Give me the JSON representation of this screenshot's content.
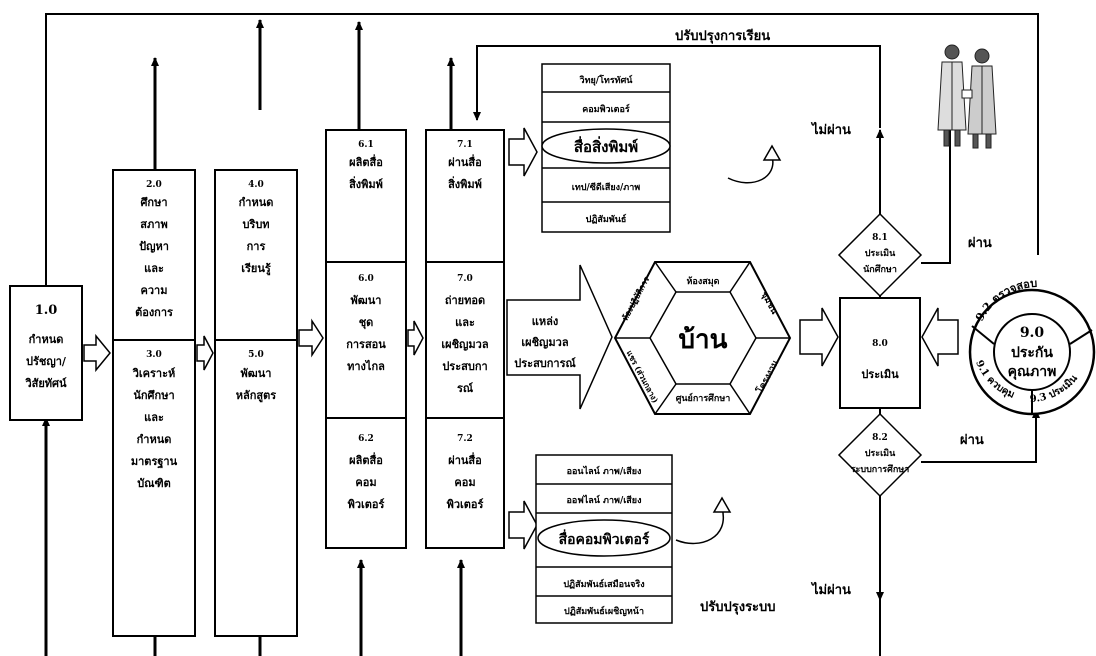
{
  "top_label": "ปรับปรุงการเรียน",
  "bottom_label": "ปรับปรุงระบบ",
  "boxes": {
    "b1": {
      "num": "1.0",
      "lines": [
        "กำหนด",
        "ปรัชญา/",
        "วิสัยทัศน์"
      ]
    },
    "b2": {
      "num": "2.0",
      "lines": [
        "ศึกษา",
        "สภาพ",
        "ปัญหา",
        "และ",
        "ความ",
        "ต้องการ"
      ]
    },
    "b3": {
      "num": "3.0",
      "lines": [
        "วิเคราะห์",
        "นักศึกษา",
        "และ",
        "กำหนด",
        "มาตรฐาน",
        "บัณฑิต"
      ]
    },
    "b4": {
      "num": "4.0",
      "lines": [
        "กำหนด",
        "บริบท",
        "การ",
        "เรียนรู้"
      ]
    },
    "b5": {
      "num": "5.0",
      "lines": [
        "พัฒนา",
        "หลักสูตร"
      ]
    },
    "b61": {
      "num": "6.1",
      "lines": [
        "ผลิตสื่อ",
        "สิ่งพิมพ์"
      ]
    },
    "b60": {
      "num": "6.0",
      "lines": [
        "พัฒนา",
        "ชุด",
        "การสอน",
        "ทางไกล"
      ]
    },
    "b62": {
      "num": "6.2",
      "lines": [
        "ผลิตสื่อ",
        "คอม",
        "พิวเตอร์"
      ]
    },
    "b71": {
      "num": "7.1",
      "lines": [
        "ผ่านสื่อ",
        "สิ่งพิมพ์"
      ]
    },
    "b70": {
      "num": "7.0",
      "lines": [
        "ถ่ายทอด",
        "และ",
        "เผชิญมวล",
        "ประสบกา",
        "รณ์"
      ]
    },
    "b72": {
      "num": "7.2",
      "lines": [
        "ผ่านสื่อ",
        "คอม",
        "พิวเตอร์"
      ]
    },
    "b80": {
      "num": "8.0",
      "lines": [
        "ประเมิน"
      ]
    }
  },
  "print_media": {
    "items": [
      "วิทยุ/โทรทัศน์",
      "คอมพิวเตอร์",
      "สื่อสิ่งพิมพ์",
      "เทป/ซีดีเสียง/ภาพ",
      "ปฏิสัมพันธ์"
    ]
  },
  "computer_media": {
    "items": [
      "ออนไลน์ ภาพ/เสียง",
      "ออฟไลน์ ภาพ/เสียง",
      "สื่อคอมพิวเตอร์",
      "ปฏิสัมพันธ์เสมือนจริง",
      "ปฏิสัมพันธ์เผชิญหน้า"
    ]
  },
  "source_arrow": {
    "lines": [
      "แหล่ง",
      "เผชิญมวล",
      "ประสบการณ์"
    ]
  },
  "hexagon": {
    "center": "บ้าน",
    "sides": [
      "ห้องสมุด",
      "ชุมชน",
      "โครงงาน",
      "ศูนย์การศึกษา",
      "แชร (ส่วนกลาง)",
      "ห้องปฏิบัติการ"
    ]
  },
  "diamonds": {
    "d81": {
      "num": "8.1",
      "lines": [
        "ประเมิน",
        "นักศึกษา"
      ]
    },
    "d82": {
      "num": "8.2",
      "lines": [
        "ประเมิน",
        "ระบบการศึกษา"
      ]
    }
  },
  "labels": {
    "pass_top": "ผ่าน",
    "pass_bottom": "ผ่าน",
    "fail_top": "ไม่ผ่าน",
    "fail_bottom": "ไม่ผ่าน"
  },
  "qa": {
    "center": [
      "9.0",
      "ประกัน",
      "คุณภาพ"
    ],
    "ring": [
      "9.2 ตรวจสอบ",
      "9.1 ควบคุม",
      "9.3 ประเมิน"
    ]
  }
}
